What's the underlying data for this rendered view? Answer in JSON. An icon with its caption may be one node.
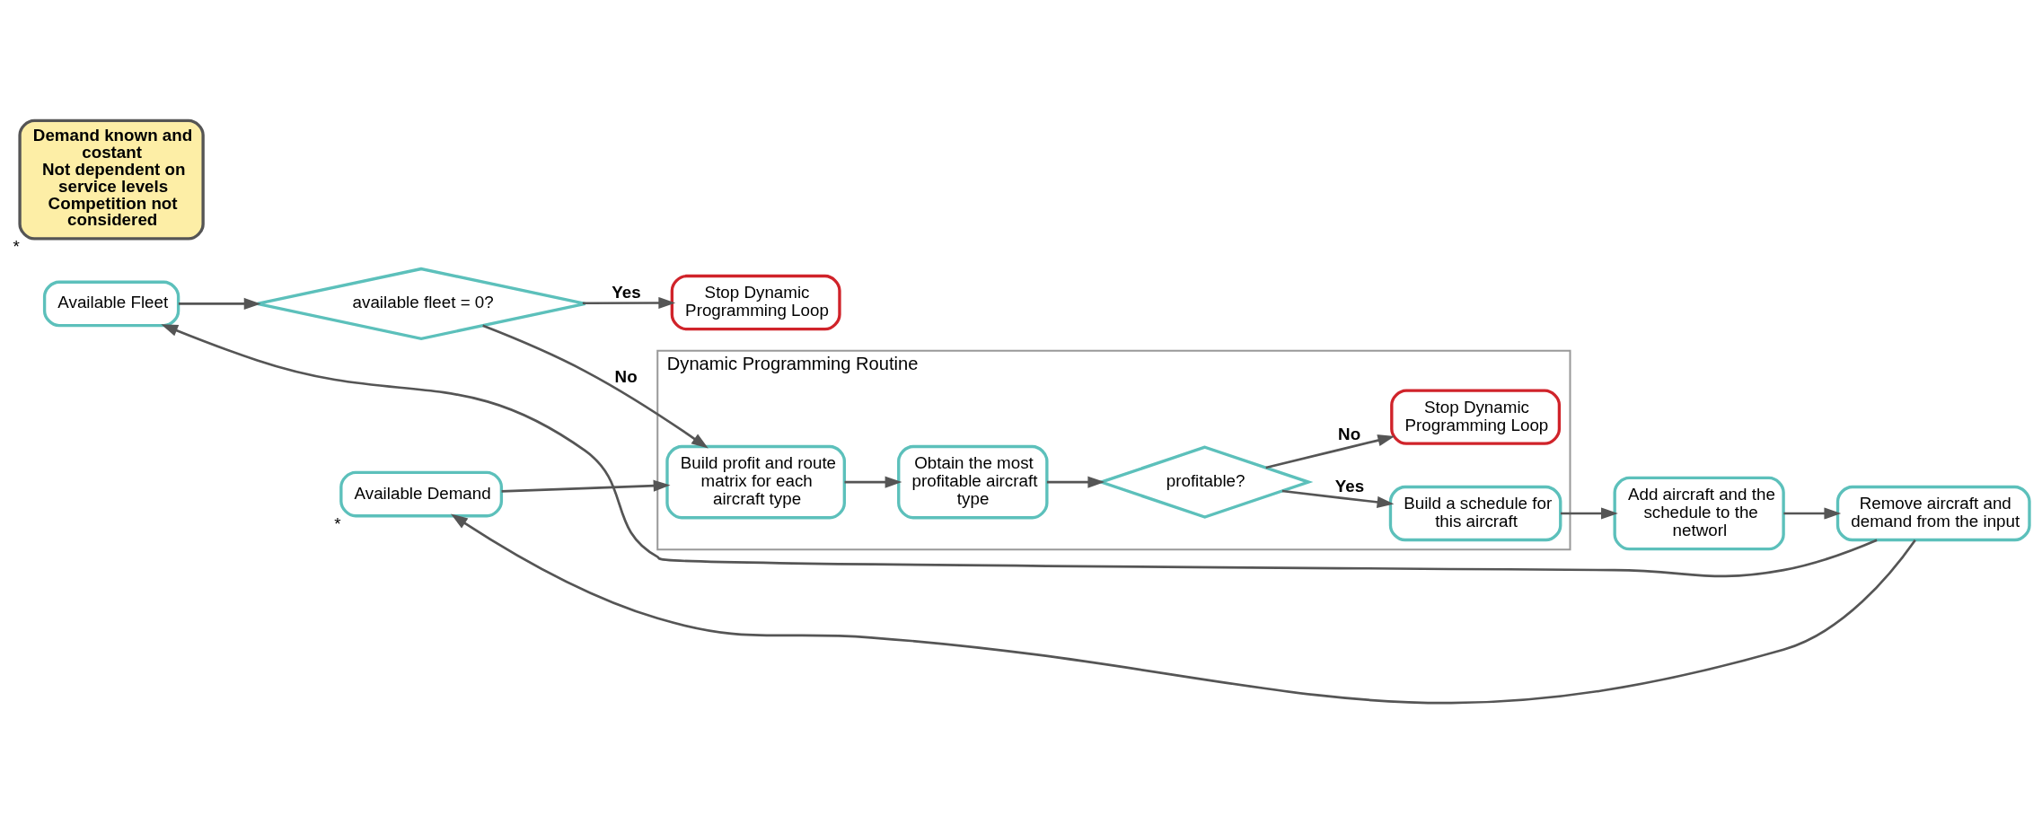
{
  "diagram": {
    "nodes": [
      {
        "text": [
          "Stop Dynamic Programming Loop"
        ]
      },
      {
        "text": [
          "available fleet = 0?"
        ]
      },
      {
        "text": [
          "Available Fleet"
        ]
      },
      {
        "text": [
          "Available Demand"
        ],
        "beside": [
          "*"
        ]
      },
      {
        "text": [
          "Dynamic Programming Routine"
        ]
      },
      {
        "text": [
          "Build profit and route matrix for each aircraft type"
        ],
        "in": 4
      },
      {
        "text": [
          "Obtain the most profitable aircraft type"
        ],
        "in": 4
      },
      {
        "text": [
          "profitable?"
        ],
        "in": 4
      },
      {
        "text": [
          "Build a schedule for this aircraft"
        ],
        "in": 4
      },
      {
        "text": [
          "Stop Dynamic Programming Loop"
        ],
        "in": 4
      },
      {
        "text": [
          "Add aircraft and the schedule to the networl"
        ]
      },
      {
        "text": [
          "Remove aircraft and demand from the input"
        ]
      },
      {
        "text": [
          "Demand known and costant",
          "Not dependent on service levels",
          "Competition not considered"
        ],
        "beside": [
          "*"
        ]
      }
    ],
    "edges": [
      {
        "from": 2,
        "to": 1,
        "arrow": "to"
      },
      {
        "from": 1,
        "to": 0,
        "arrow": "to",
        "label": "Yes"
      },
      {
        "from": 1,
        "to": 5,
        "arrow": "to",
        "label": "No"
      },
      {
        "from": 3,
        "to": 5,
        "arrow": "to"
      },
      {
        "from": 5,
        "to": 6,
        "arrow": "to"
      },
      {
        "from": 6,
        "to": 7,
        "arrow": "to"
      },
      {
        "from": 7,
        "to": 8,
        "arrow": "to",
        "label": "Yes"
      },
      {
        "from": 7,
        "to": 9,
        "arrow": "to",
        "label": "No"
      },
      {
        "from": 8,
        "to": 10,
        "arrow": "to"
      },
      {
        "from": 10,
        "to": 11,
        "arrow": "to"
      },
      {
        "from": 11,
        "to": 2,
        "arrow": "to"
      },
      {
        "from": 11,
        "to": 3,
        "arrow": "to"
      }
    ]
  }
}
